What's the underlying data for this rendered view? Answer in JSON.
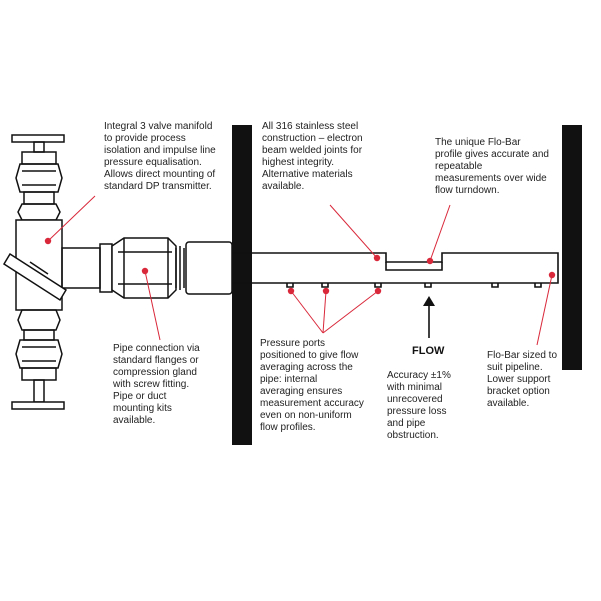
{
  "colors": {
    "callout": "#d9283a",
    "ink": "#111111",
    "text": "#222222"
  },
  "labels": {
    "manifold": [
      "Integral 3 valve manifold",
      "to provide process",
      "isolation and impulse line",
      "pressure equalisation.",
      "Allows direct mounting of",
      "standard DP transmitter."
    ],
    "steel": [
      "All 316 stainless steel",
      "construction – electron",
      "beam welded joints for",
      "highest integrity.",
      "Alternative materials",
      "available."
    ],
    "flobar_profile": [
      "The unique Flo-Bar",
      "profile gives accurate and",
      "repeatable",
      "measurements over wide",
      "flow turndown."
    ],
    "pipe_connection": [
      "Pipe connection via",
      "standard flanges or",
      "compression gland",
      "with screw fitting.",
      "Pipe or duct",
      "mounting kits",
      "available."
    ],
    "pressure_ports": [
      "Pressure ports",
      "positioned to give flow",
      "averaging across the",
      "pipe: internal",
      "averaging ensures",
      "measurement accuracy",
      "even on non-uniform",
      "flow profiles."
    ],
    "accuracy": [
      "Accuracy ±1%",
      "with minimal",
      "unrecovered",
      "pressure loss",
      "and pipe",
      "obstruction."
    ],
    "sizing": [
      "Flo-Bar sized to",
      "suit pipeline.",
      "Lower support",
      "bracket option",
      "available."
    ],
    "flow": "FLOW"
  }
}
